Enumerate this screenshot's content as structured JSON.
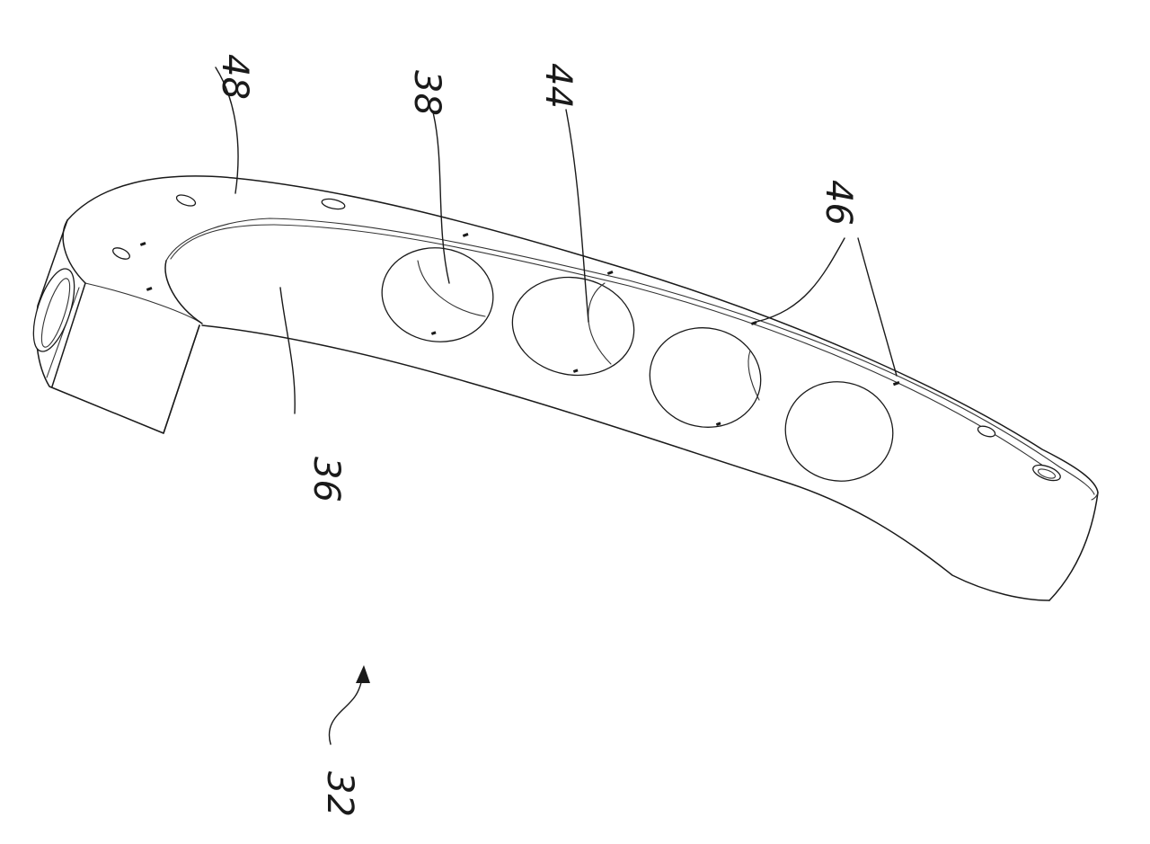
{
  "figure": {
    "labels": {
      "ref_48": "48",
      "ref_38": "38",
      "ref_44": "44",
      "ref_46": "46",
      "ref_36": "36",
      "ref_32": "32"
    },
    "colors": {
      "ink": "#1a1a1a",
      "paper": "#ffffff"
    }
  }
}
